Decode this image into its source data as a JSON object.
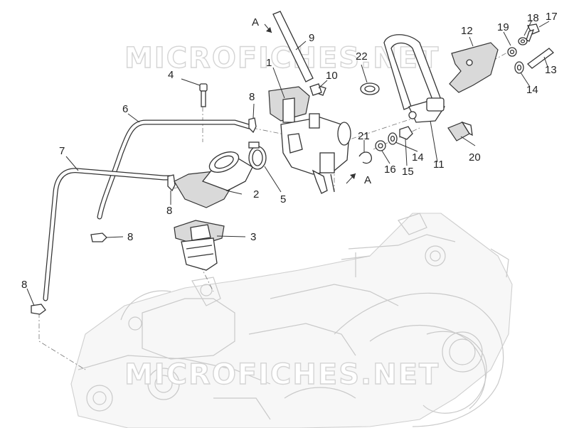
{
  "watermark": {
    "text": "MICROFICHES.NET"
  },
  "callouts": {
    "c1": "1",
    "c2": "2",
    "c3": "3",
    "c4": "4",
    "c5": "5",
    "c6": "6",
    "c7": "7",
    "c8a": "8",
    "c8b": "8",
    "c8c": "8",
    "c8d": "8",
    "c9": "9",
    "c10": "10",
    "c11": "11",
    "c12": "12",
    "c13": "13",
    "c14a": "14",
    "c14b": "14",
    "c15": "15",
    "c16": "16",
    "c17": "17",
    "c18": "18",
    "c19": "19",
    "c20": "20",
    "c21": "21",
    "c22": "22",
    "ref_top": "A",
    "ref_bottom": "A"
  },
  "colors": {
    "line": "#333333",
    "ghost": "#c9c9c9",
    "watermark": "#d4d4d4"
  }
}
